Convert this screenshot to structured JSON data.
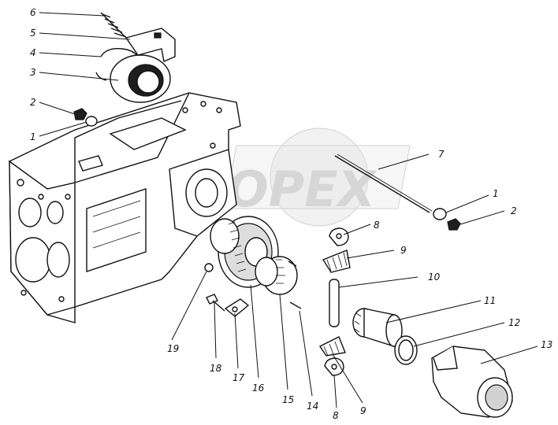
{
  "watermark": {
    "text": "OPEX"
  },
  "callouts": [
    {
      "id": "c6a",
      "label": "6"
    },
    {
      "id": "c5a",
      "label": "5"
    },
    {
      "id": "c4a",
      "label": "4"
    },
    {
      "id": "c3a",
      "label": "3"
    },
    {
      "id": "c2a",
      "label": "2"
    },
    {
      "id": "c1a",
      "label": "1"
    },
    {
      "id": "c7a",
      "label": "7"
    },
    {
      "id": "c1b",
      "label": "1"
    },
    {
      "id": "c2b",
      "label": "2"
    },
    {
      "id": "c8a",
      "label": "8"
    },
    {
      "id": "c9a",
      "label": "9"
    },
    {
      "id": "c10",
      "label": "10"
    },
    {
      "id": "c11",
      "label": "11"
    },
    {
      "id": "c12",
      "label": "12"
    },
    {
      "id": "c13",
      "label": "13"
    },
    {
      "id": "c19",
      "label": "19"
    },
    {
      "id": "c18",
      "label": "18"
    },
    {
      "id": "c17",
      "label": "17"
    },
    {
      "id": "c16",
      "label": "16"
    },
    {
      "id": "c15",
      "label": "15"
    },
    {
      "id": "c14",
      "label": "14"
    },
    {
      "id": "c8b",
      "label": "8"
    },
    {
      "id": "c9b",
      "label": "9"
    }
  ]
}
